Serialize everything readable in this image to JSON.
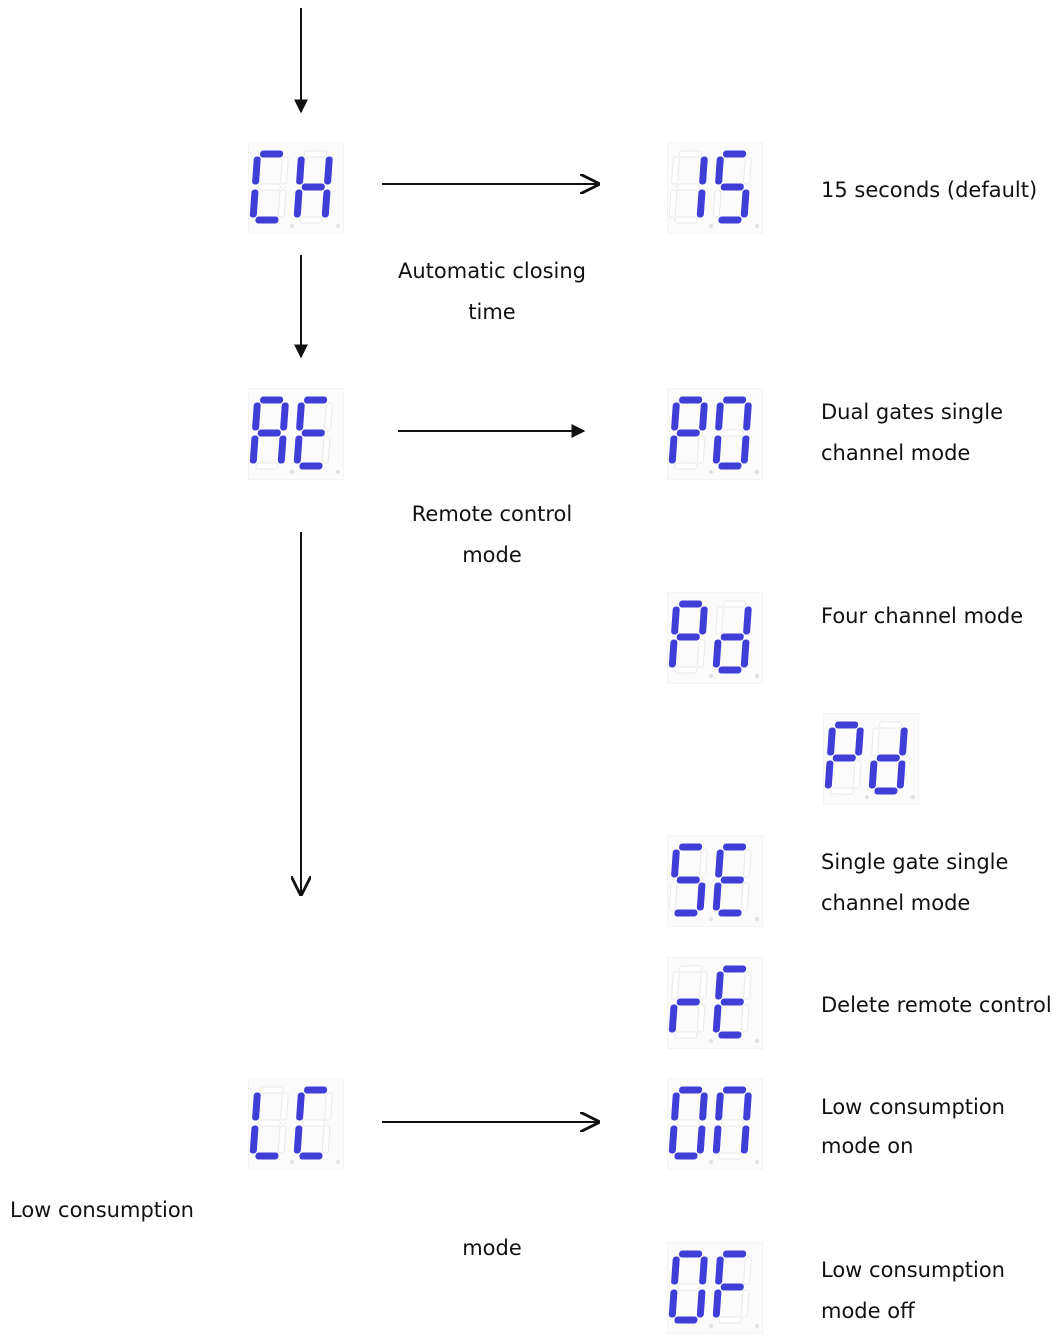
{
  "displays": {
    "ch": "CH",
    "ae": "AE",
    "lc": "LC",
    "d15": "15",
    "p0": "P0",
    "pd": "Pd",
    "pd2": "Pd",
    "se": "SE",
    "re": "rE",
    "on": "ON",
    "of": "OF"
  },
  "labels": {
    "default15": "15 seconds (default)",
    "auto_close_1": "Automatic closing",
    "auto_close_2": "time",
    "dual_1": "Dual gates single",
    "dual_2": "channel mode",
    "remote_1": "Remote control",
    "remote_2": "mode",
    "four": "Four channel mode",
    "single_1": "Single gate single",
    "single_2": "channel mode",
    "delete": "Delete remote control",
    "lc_on_1": "Low consumption",
    "lc_on_2": "mode on",
    "lc_main_1": "Low consumption",
    "lc_main_2": "mode",
    "lc_off_1": "Low consumption",
    "lc_off_2": "mode off"
  },
  "colors": {
    "segment_on": "#3f3fd8",
    "segment_off": "#e9e9e9",
    "line": "#111111"
  }
}
